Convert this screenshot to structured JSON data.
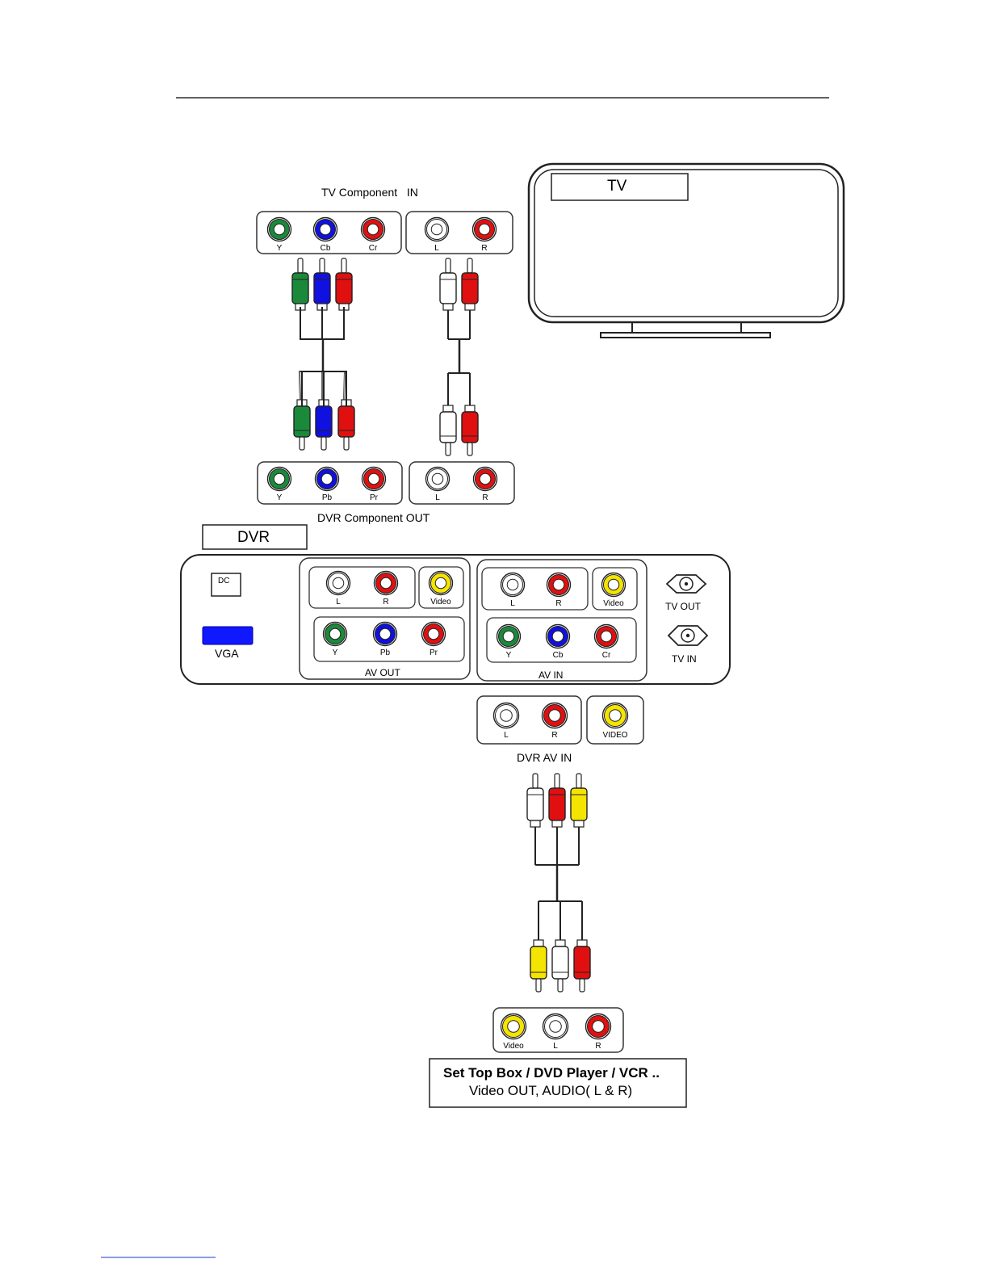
{
  "tv": {
    "label": "TV",
    "component_in_title": "TV Component   IN",
    "video_jacks": [
      "Y",
      "Cb",
      "Cr"
    ],
    "audio_jacks": [
      "L",
      "R"
    ]
  },
  "dvr_component_out": {
    "title": "DVR Component OUT",
    "video_jacks": [
      "Y",
      "Pb",
      "Pr"
    ],
    "audio_jacks": [
      "L",
      "R"
    ]
  },
  "dvr": {
    "label": "DVR",
    "dc_label": "DC",
    "vga_label": "VGA",
    "av_out": {
      "title": "AV OUT",
      "audio_jacks": [
        "L",
        "R"
      ],
      "video_label": "Video",
      "component_jacks": [
        "Y",
        "Pb",
        "Pr"
      ]
    },
    "av_in": {
      "title": "AV IN",
      "audio_jacks": [
        "L",
        "R"
      ],
      "video_label": "Video",
      "component_jacks": [
        "Y",
        "Cb",
        "Cr"
      ]
    },
    "tv_out_label": "TV OUT",
    "tv_in_label": "TV IN"
  },
  "dvr_av_in": {
    "title": "DVR AV IN",
    "audio_jacks": [
      "L",
      "R"
    ],
    "video_label": "VIDEO"
  },
  "source": {
    "jacks": [
      "Video",
      "L",
      "R"
    ],
    "title": "Set Top Box / DVD Player / VCR ..",
    "subtitle": "Video OUT, AUDIO( L & R)"
  },
  "colors": {
    "green": "#1a8a3a",
    "blue": "#1010e0",
    "red": "#e01010",
    "white": "#ffffff",
    "yellow": "#f5e400",
    "vga_blue": "#1018ff",
    "outline": "#222222"
  }
}
